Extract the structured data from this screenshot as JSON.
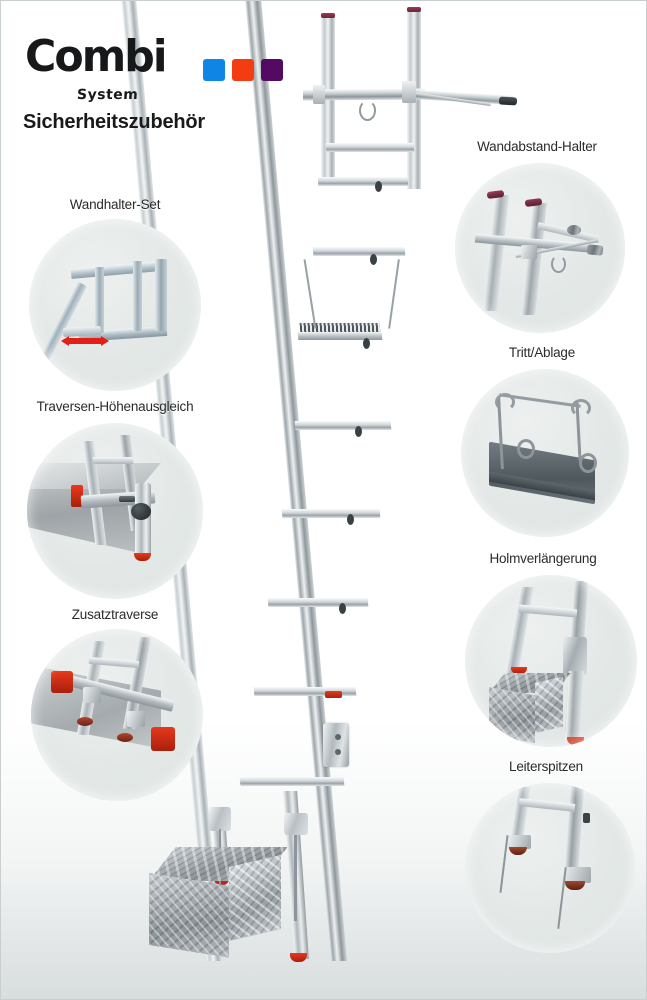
{
  "brand": {
    "word": "Combi",
    "sub": "System",
    "swatches": [
      {
        "name": "blue-swatch",
        "color": "#0e86e6"
      },
      {
        "name": "orange-swatch",
        "color": "#f43c12"
      },
      {
        "name": "purple-swatch",
        "color": "#540a63"
      }
    ]
  },
  "page_title": "Sicherheitszubehör",
  "background": {
    "top_color": "#ffffff",
    "bottom_color": "#d8dddd",
    "bubble_color": "#e3e8e7"
  },
  "features": [
    {
      "id": "wandhalter-set",
      "label": "Wandhalter-Set",
      "side": "left",
      "accent": "#e02b18"
    },
    {
      "id": "traversen-hoehenausgleich",
      "label": "Traversen-Höhenausgleich",
      "side": "left",
      "accent": "#d42a12"
    },
    {
      "id": "zusatztraverse",
      "label": "Zusatztraverse",
      "side": "left",
      "accent": "#e33a1c"
    },
    {
      "id": "wandabstand-halter",
      "label": "Wandabstand-Halter",
      "side": "right",
      "accent": "#8d2440"
    },
    {
      "id": "tritt-ablage",
      "label": "Tritt/Ablage",
      "side": "right",
      "accent": "#6f787d"
    },
    {
      "id": "holmverlaengerung",
      "label": "Holmverlängerung",
      "side": "right",
      "accent": "#c2341a"
    },
    {
      "id": "leiterspitzen",
      "label": "Leiterspitzen",
      "side": "right",
      "accent": "#8a3018"
    }
  ],
  "main_image": {
    "name": "combi-system-ladder",
    "description": "Aluminium-Anlegeleiter mit Zubehör",
    "rung_count": 9,
    "has_step_platform": true,
    "has_base_block": true,
    "has_wall_spacer_bar": true
  }
}
